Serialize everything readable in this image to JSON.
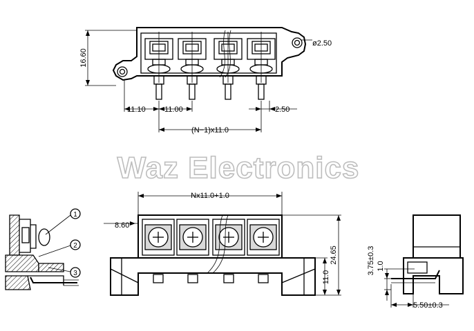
{
  "watermark": "Waz Electronics",
  "top_view": {
    "dim_height": "16.60",
    "dim_hole": "ø2.50",
    "dim_left_offset": "11.10",
    "dim_pitch": "11.00",
    "dim_pin_offset": "2.50",
    "dim_span": "(N−1)x11.0"
  },
  "front_view": {
    "dim_length": "Nx11.0+1.0",
    "dim_head": "8.60",
    "dim_total_height": "24.65",
    "dim_base": "11.0"
  },
  "side_view_left": {
    "callouts": [
      "1",
      "2",
      "3"
    ]
  },
  "side_view_right": {
    "dim_pin_height": "3.75±0.3",
    "dim_pin_thickness": "1.0",
    "dim_pin_length": "5.50±0.3"
  }
}
